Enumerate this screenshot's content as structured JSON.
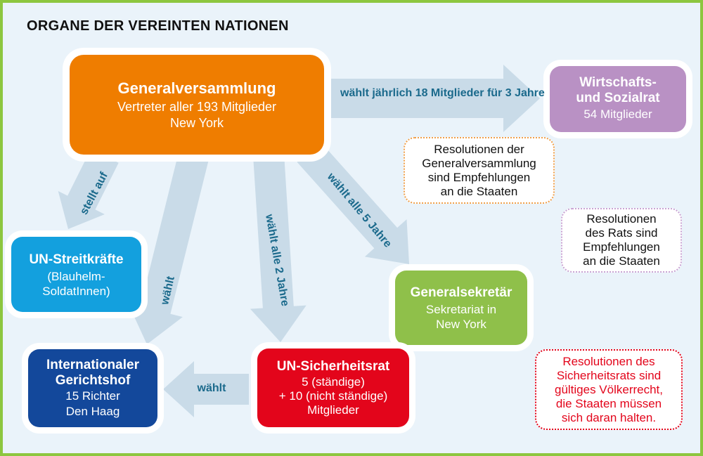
{
  "title": "ORGANE DER VEREINTEN NATIONEN",
  "colors": {
    "background": "#eaf3fa",
    "frame": "#8cc63f",
    "arrow": "#c9dbe8",
    "arrow_label": "#1b6a8c",
    "generalversammlung": "#ef7d00",
    "wirtschafts_sozialrat": "#b991c4",
    "streitkraefte": "#13a0de",
    "generalsekretaer": "#8fc04a",
    "sicherheitsrat": "#e3051b",
    "gerichtshof": "#13489b"
  },
  "boxes": {
    "generalversammlung": {
      "title": "Generalversammlung",
      "lines": [
        "Vertreter aller 193 Mitglieder",
        "New York"
      ]
    },
    "wirtschafts_sozialrat": {
      "title_lines": [
        "Wirtschafts-",
        "und Sozialrat"
      ],
      "lines": [
        "54 Mitglieder"
      ]
    },
    "streitkraefte": {
      "title": "UN-Streitkräfte",
      "lines": [
        "(Blauhelm-",
        "SoldatInnen)"
      ]
    },
    "generalsekretaer": {
      "title": "Generalsekretär",
      "lines": [
        "Sekretariat in",
        "New York"
      ]
    },
    "sicherheitsrat": {
      "title": "UN-Sicherheitsrat",
      "lines": [
        "5 (ständige)",
        "+ 10 (nicht ständige)",
        "Mitglieder"
      ]
    },
    "gerichtshof": {
      "title_lines": [
        "Internationaler",
        "Gerichtshof"
      ],
      "lines": [
        "15 Richter",
        "Den Haag"
      ]
    }
  },
  "notes": {
    "generalversammlung": {
      "lines": [
        "Resolutionen der",
        "Generalversammlung",
        "sind Empfehlungen",
        "an die Staaten"
      ],
      "border": "#f0a04b"
    },
    "rat": {
      "lines": [
        "Resolutionen",
        "des Rats sind",
        "Empfehlungen",
        "an die Staaten"
      ],
      "border": "#c9a3d3"
    },
    "sicherheitsrat": {
      "lines": [
        "Resolutionen des",
        "Sicherheitsrats sind",
        "gültiges Völkerrecht,",
        "die Staaten müssen",
        "sich daran halten."
      ],
      "border": "#e3051b",
      "text_color": "#e3051b"
    }
  },
  "arrows": {
    "wirtschaft": [
      "wählt jährlich 18 Mitglieder",
      "für 3 Jahre"
    ],
    "streitkraefte": "stellt auf",
    "gerichtshof": "wählt",
    "sicherheitsrat": "wählt alle 2 Jahre",
    "sekretaer": "wählt alle 5 Jahre",
    "sr_gerichtshof": "wählt"
  }
}
